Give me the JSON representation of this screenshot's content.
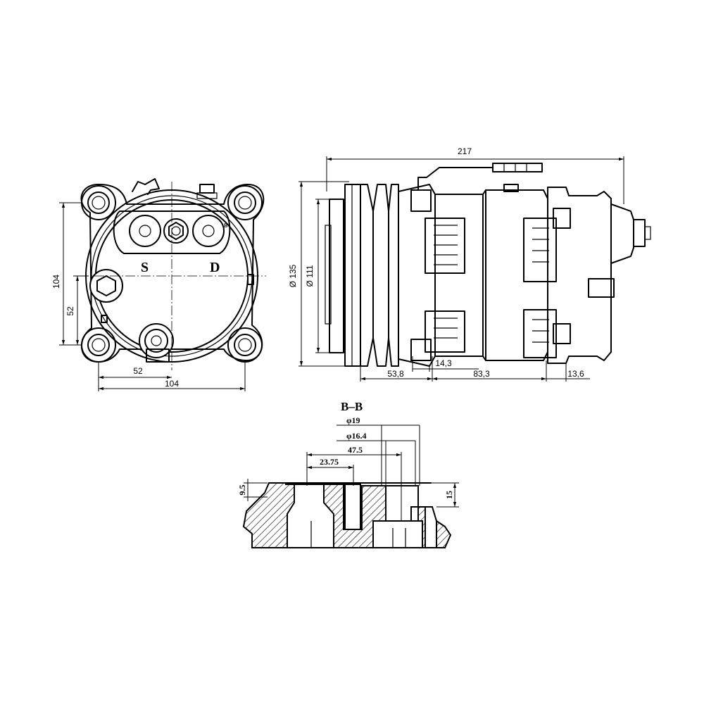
{
  "front_view": {
    "port_suction": "S",
    "port_discharge": "D",
    "port_small_mark": "B",
    "dim_height": "104",
    "dim_half_height": "52",
    "dim_half_width": "52",
    "dim_width": "104"
  },
  "side_view": {
    "dim_total_length": "217",
    "dim_outer_diameter": "Ø 135",
    "dim_inner_diameter": "Ø 111",
    "dim_small_gap": "14,3",
    "dim_pulley_section": "53,8",
    "dim_body_section": "83,3",
    "dim_rear_section": "13,6"
  },
  "section_view": {
    "title": "B–B",
    "dim_d19": "φ19",
    "dim_d16": "φ16.4",
    "dim_47": "47.5",
    "dim_23": "23.75",
    "dim_9": "9.5",
    "dim_15": "15"
  }
}
